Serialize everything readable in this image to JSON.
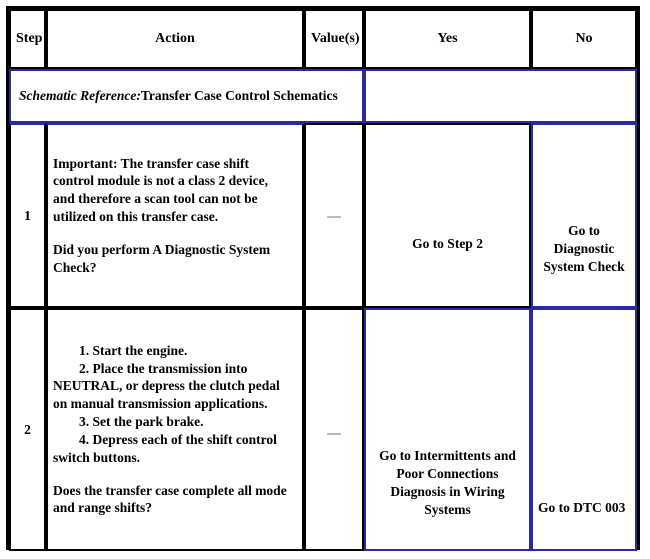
{
  "table": {
    "columns": [
      {
        "key": "step",
        "label": "Step"
      },
      {
        "key": "action",
        "label": "Action"
      },
      {
        "key": "value",
        "label": "Value(s)"
      },
      {
        "key": "yes",
        "label": "Yes"
      },
      {
        "key": "no",
        "label": "No"
      }
    ],
    "schematic_reference": {
      "label": "Schematic Reference:",
      "value": "Transfer Case Control Schematics",
      "blank_cell": ""
    },
    "rows": [
      {
        "step": "1",
        "action": {
          "para1_line1": "Important: The transfer case shift",
          "para1_line2": "control module is not a class 2 device,",
          "para1_line3": "and therefore a scan tool can not be",
          "para1_line4": "utilized on this transfer case.",
          "para2_line1": "Did you perform A Diagnostic System",
          "para2_line2": "Check?"
        },
        "value": "—",
        "yes": "Go to Step  2",
        "no_line1": "Go to",
        "no_line2": "Diagnostic",
        "no_line3": "System Check"
      },
      {
        "step": "2",
        "action": {
          "line1": "1. Start the engine.",
          "line2": "2. Place the transmission into",
          "line3": "NEUTRAL, or depress the clutch pedal",
          "line4": "on manual transmission applications.",
          "line5": "3. Set the park brake.",
          "line6": "4. Depress each of the shift control",
          "line7": "switch buttons.",
          "question_line1": "Does the transfer case complete all mode",
          "question_line2": "and range shifts?"
        },
        "value": "—",
        "yes_line1": "Go to Intermittents and",
        "yes_line2": "Poor Connections",
        "yes_line3": "Diagnosis in Wiring",
        "yes_line4": "Systems",
        "no": "Go to DTC 003"
      }
    ]
  },
  "colors": {
    "border_black": "#000000",
    "border_blue": "#2a2aa0",
    "dash_gray": "#6a6a6a",
    "background": "#ffffff",
    "text": "#000000"
  }
}
